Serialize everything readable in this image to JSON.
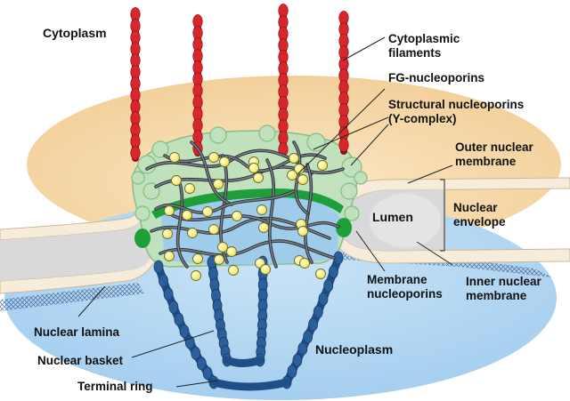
{
  "regions": {
    "cytoplasm": "Cytoplasm",
    "nucleoplasm": "Nucleoplasm",
    "lumen": "Lumen"
  },
  "callouts": {
    "cytoplasmic_filaments": "Cytoplasmic\nfilaments",
    "fg_nucleoporins": "FG-nucleoporins",
    "structural_nucleoporins": "Structural nucleoporins\n(Y-complex)",
    "outer_nuclear_membrane": "Outer nuclear\nmembrane",
    "nuclear_envelope": "Nuclear\nenvelope",
    "membrane_nucleoporins": "Membrane\nnucleoporins",
    "inner_nuclear_membrane": "Inner nuclear\nmembrane",
    "nuclear_lamina": "Nuclear lamina",
    "nuclear_basket": "Nuclear basket",
    "terminal_ring": "Terminal ring"
  },
  "colors": {
    "cytoplasm_tint": "#f6d9a8",
    "nucleoplasm_tint": "#a9d3f1",
    "membrane": "#f7ecd9",
    "lumen": "#d8d8d8",
    "filament_red": "#d8262d",
    "basket_blue": "#1f4f86",
    "structural_green": "#b6dcb4",
    "membrane_nup_green": "#1f9f3a",
    "fg_repeat_yellow": "#f5ed6a",
    "fg_strand": "#4a4f55",
    "lamina": "#3d5f93"
  }
}
